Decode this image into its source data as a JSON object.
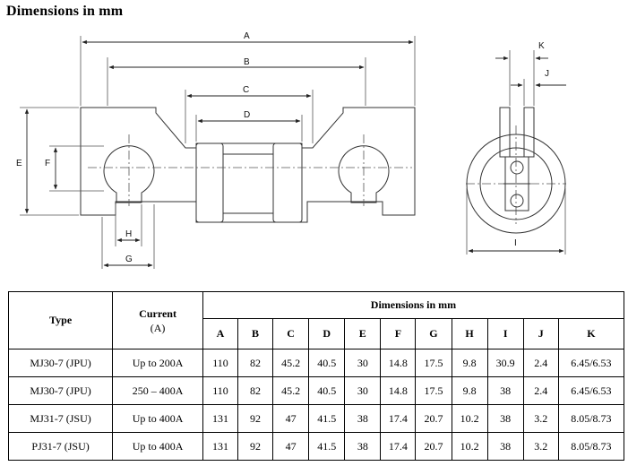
{
  "page": {
    "title": "Dimensions in mm"
  },
  "drawing_labels": {
    "A": "A",
    "B": "B",
    "C": "C",
    "D": "D",
    "E": "E",
    "F": "F",
    "G": "G",
    "H": "H",
    "I": "I",
    "J": "J",
    "K": "K"
  },
  "table": {
    "type_header": "Type",
    "current_header_line1": "Current",
    "current_header_line2": "(A)",
    "dimensions_header": "Dimensions in mm",
    "columns": [
      "A",
      "B",
      "C",
      "D",
      "E",
      "F",
      "G",
      "H",
      "I",
      "J",
      "K"
    ],
    "rows": [
      {
        "type": "MJ30-7 (JPU)",
        "current": "Up to 200A",
        "values": [
          "110",
          "82",
          "45.2",
          "40.5",
          "30",
          "14.8",
          "17.5",
          "9.8",
          "30.9",
          "2.4",
          "6.45/6.53"
        ]
      },
      {
        "type": "MJ30-7 (JPU)",
        "current": "250 – 400A",
        "values": [
          "110",
          "82",
          "45.2",
          "40.5",
          "30",
          "14.8",
          "17.5",
          "9.8",
          "38",
          "2.4",
          "6.45/6.53"
        ]
      },
      {
        "type": "MJ31-7 (JSU)",
        "current": "Up to 400A",
        "values": [
          "131",
          "92",
          "47",
          "41.5",
          "38",
          "17.4",
          "20.7",
          "10.2",
          "38",
          "3.2",
          "8.05/8.73"
        ]
      },
      {
        "type": "PJ31-7 (JSU)",
        "current": "Up to 400A",
        "values": [
          "131",
          "92",
          "47",
          "41.5",
          "38",
          "17.4",
          "20.7",
          "10.2",
          "38",
          "3.2",
          "8.05/8.73"
        ]
      }
    ]
  }
}
